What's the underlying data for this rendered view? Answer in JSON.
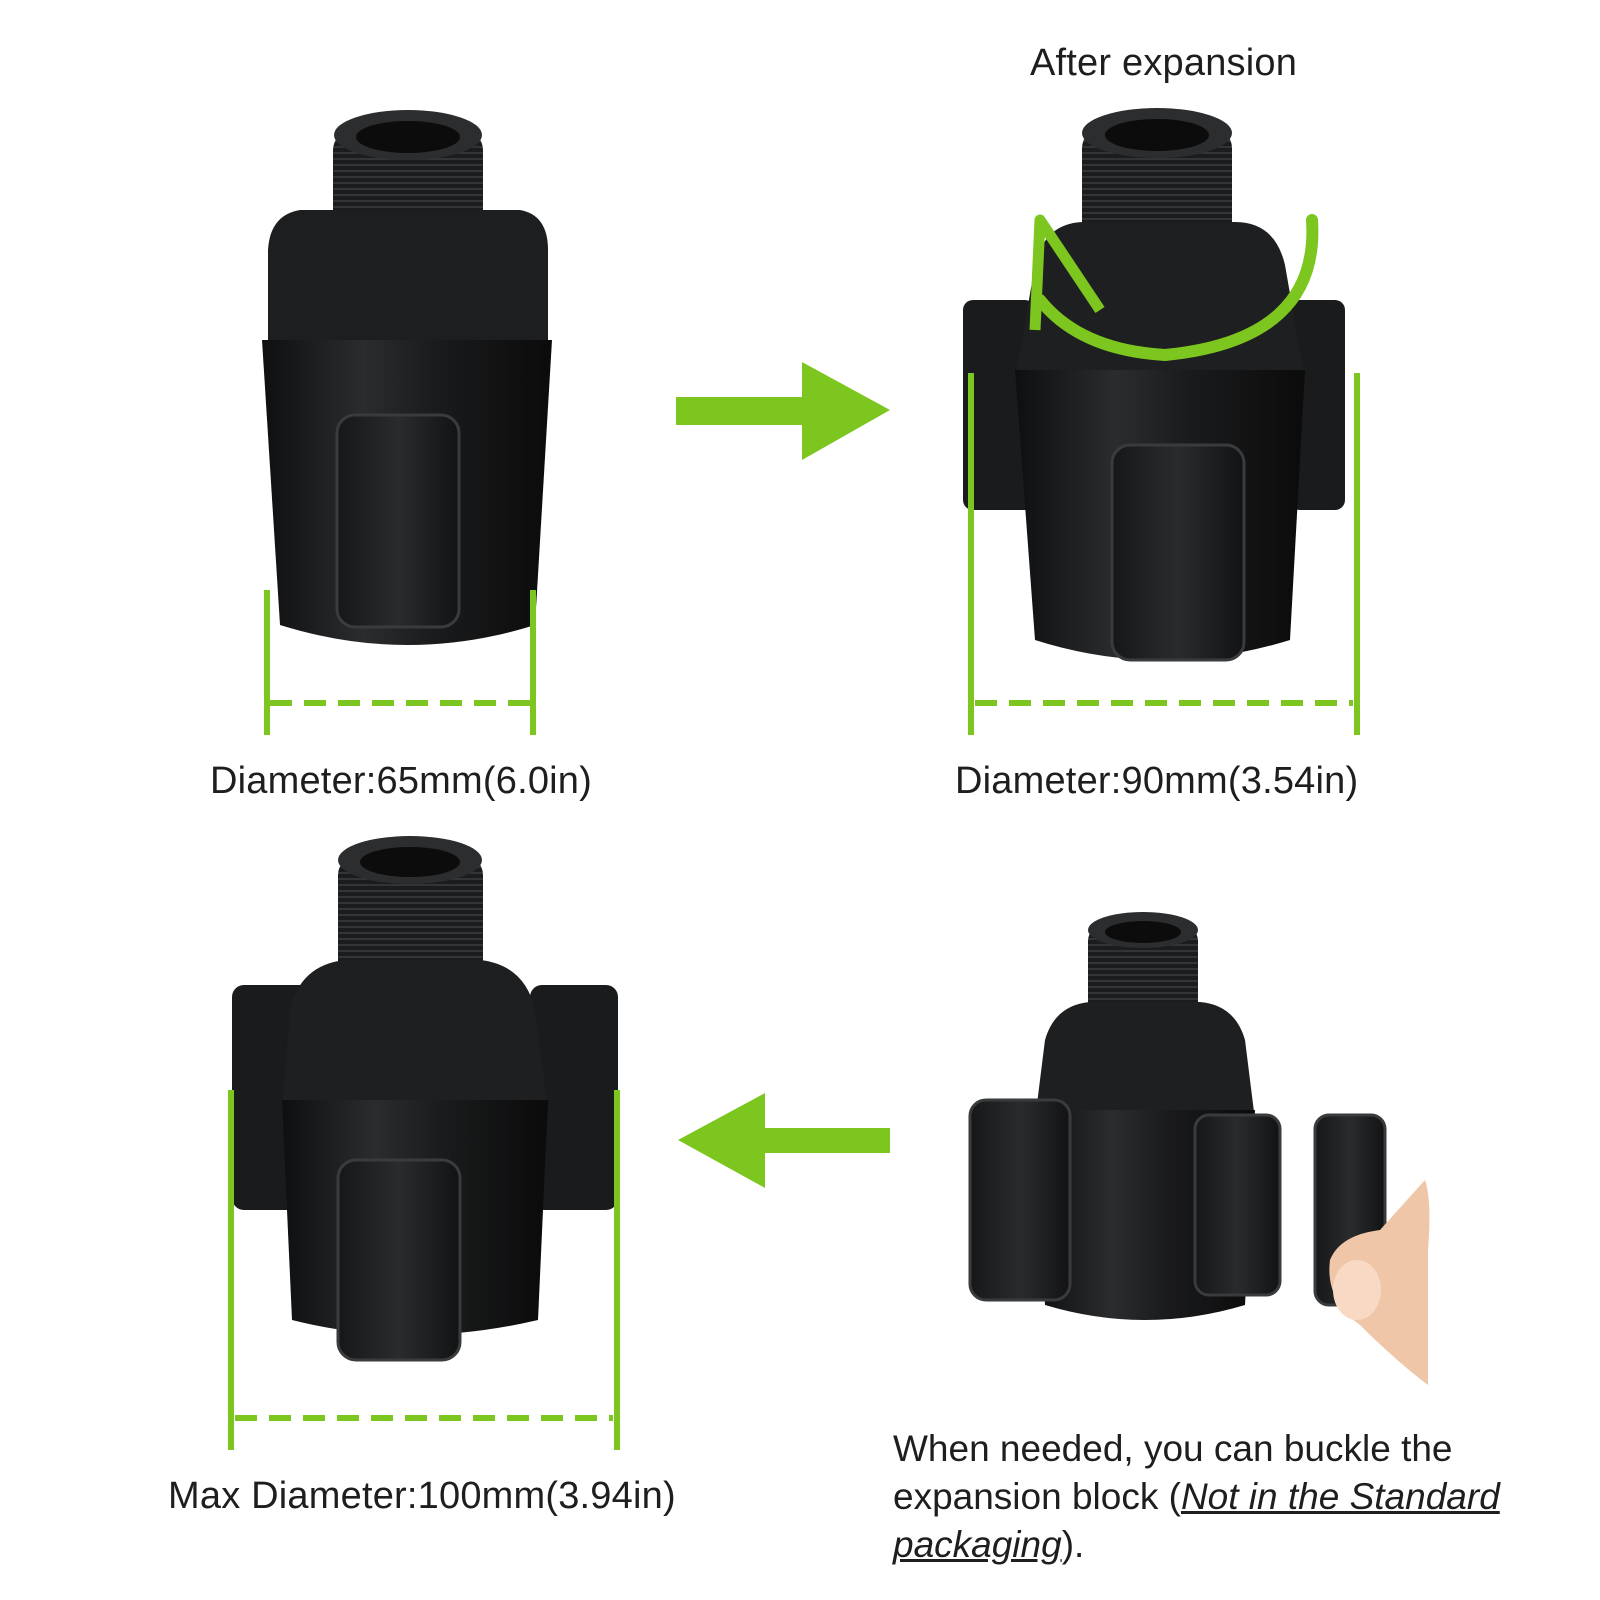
{
  "top_right_caption": "After expansion",
  "diameters": {
    "small": "Diameter:65mm(6.0in)",
    "medium": "Diameter:90mm(3.54in)",
    "max": "Max Diameter:100mm(3.94in)"
  },
  "note": {
    "part1": "When needed, you can buckle the expansion block (",
    "emphasis": "Not in the Standard packaging",
    "part2": ")."
  },
  "colors": {
    "accent_green": "#7cc61f",
    "product_black": "#1c1d1f",
    "text": "#1e1e1e"
  },
  "icons": [
    "arrow-right-icon",
    "arrow-left-icon",
    "rotate-arrow-icon"
  ]
}
